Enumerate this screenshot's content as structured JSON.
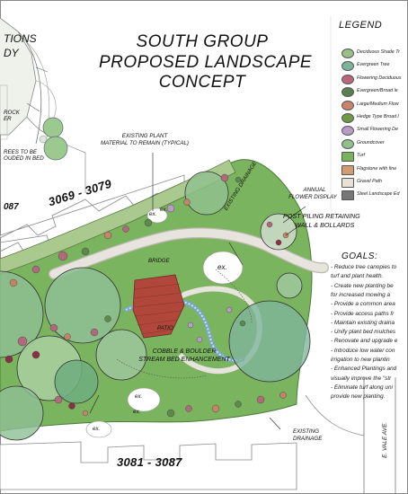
{
  "title": {
    "line1": "SOUTH GROUP",
    "line2": "PROPOSED LANDSCAPE",
    "line3": "CONCEPT"
  },
  "inset": {
    "heading_line1": "TIONS",
    "heading_line2": "DY",
    "label_rock_line1": "ROCK",
    "label_rock_line2": "ER",
    "label_trees_line1": "REES TO BE",
    "label_trees_line2": "OUDED IN BED",
    "label_bottom": "087"
  },
  "legend": {
    "title": "LEGEND",
    "items": [
      {
        "label": "Deciduous Shade Tr",
        "color": "#9bbf86"
      },
      {
        "label": "Evergreen Tree",
        "color": "#7fb39b"
      },
      {
        "label": "Flowering Deciduous",
        "color": "#b7687a"
      },
      {
        "label": "Evergreen/Broad le",
        "color": "#5a7f4e"
      },
      {
        "label": "Large/Medium Flow",
        "color": "#c9846a"
      },
      {
        "label": "Hedge Type Broad l",
        "color": "#6f9a45"
      },
      {
        "label": "Small Flowering De",
        "color": "#b99bc7"
      },
      {
        "label": "Groundcover",
        "color": "#8fc28a"
      },
      {
        "label": "Turf",
        "color": "#79b25b"
      },
      {
        "label": "Flagstone with fine",
        "color": "#d39b70"
      },
      {
        "label": "Gravel Path",
        "color": "#e6e2d8"
      },
      {
        "label": "Steel Landscape Ed",
        "color": "#777777"
      }
    ]
  },
  "plan_labels": {
    "existing_plant_line1": "EXISTING PLANT",
    "existing_plant_line2": "MATERIAL TO REMAIN (TYPICAL)",
    "address_top": "3069 - 3079",
    "address_bottom": "3081 - 3087",
    "existing_drainage_top": "EXISTING DRAINAGE",
    "annual_flower_line1": "ANNUAL",
    "annual_flower_line2": "FLOWER DISPLAY",
    "post_piling_line1": "POST PILING RETAINING",
    "post_piling_line2": "WALL & BOLLARDS",
    "bridge": "BRIDGE",
    "patio": "PATIO",
    "cobble_line1": "COBBLE & BOULDER",
    "cobble_line2": "STREAM BED ENHANCEMENT",
    "existing_drainage_bottom_line1": "EXISTING",
    "existing_drainage_bottom_line2": "DRAINAGE",
    "street": "E. VALE AVE.",
    "ex": "ex."
  },
  "goals": {
    "title": "GOALS:",
    "lines": [
      "- Reduce tree canopies to",
      "  turf and plant health.",
      "- Create new planting be",
      "  for increased mowing a",
      "- Provide a common area",
      "- Provide access paths fr",
      "- Maintain existing draina",
      "- Unify plant bed mulches",
      "- Renovate and upgrade e",
      "- Introduce low water con",
      "  irrigation to new plantin",
      "- Enhanced Plantings and",
      "  visually improve the \"str",
      "- Eliminate turf along uni",
      "  provide new planting."
    ]
  }
}
